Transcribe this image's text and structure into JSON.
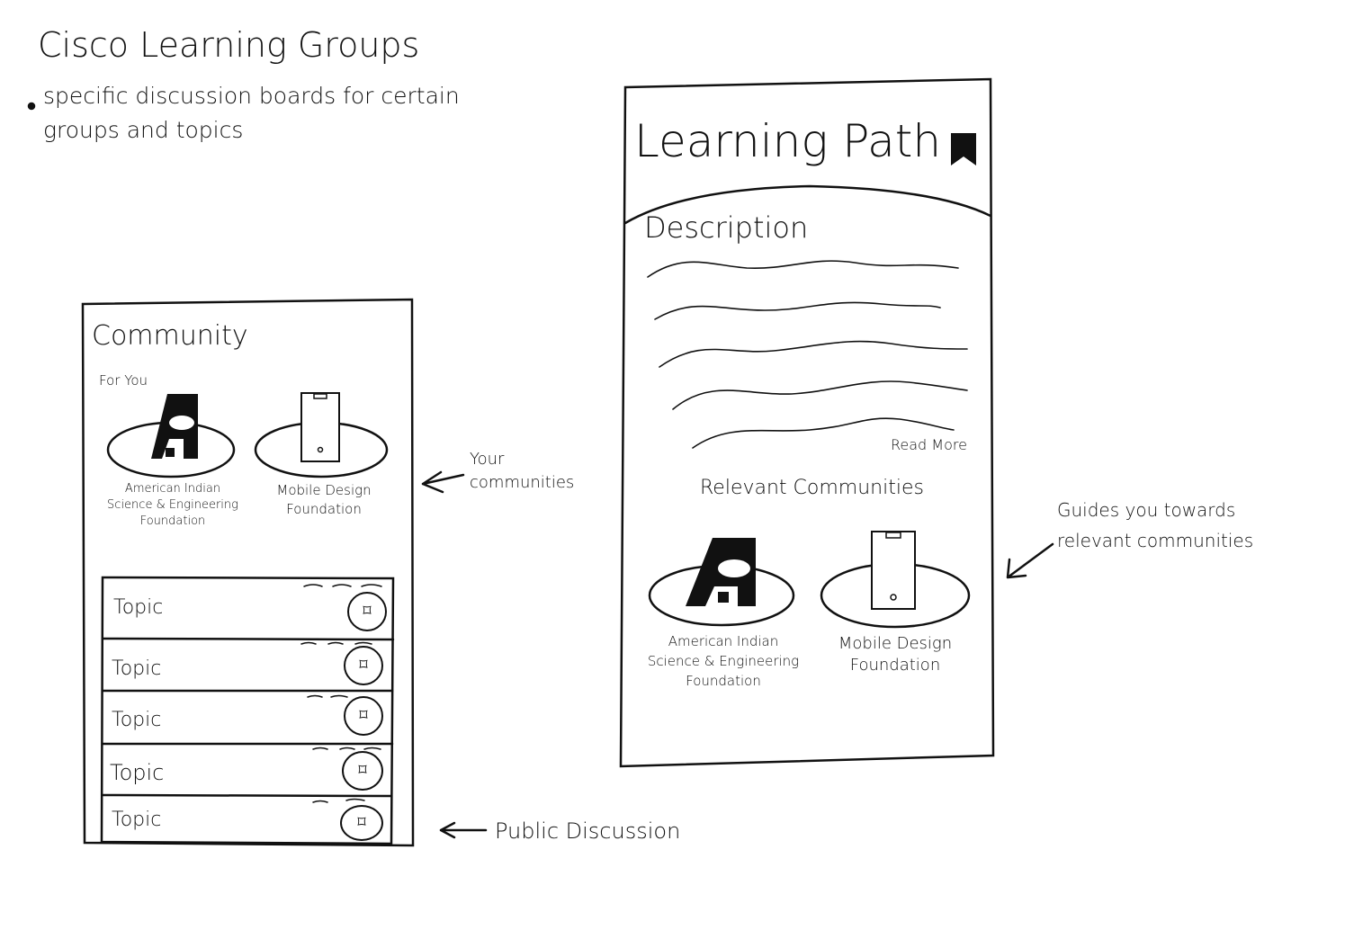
{
  "notes": {
    "title": "Cisco Learning Groups",
    "bullet": "specific discussion boards for certain groups and topics"
  },
  "community_screen": {
    "title": "Community",
    "section_label": "For You",
    "communities": [
      {
        "name": "American Indian Science & Engineering Foundation",
        "icon": "aises-logo-icon"
      },
      {
        "name": "Mobile Design Foundation",
        "icon": "phone-icon"
      }
    ],
    "topics": [
      {
        "label": "Topic",
        "icon": "bookmark-icon"
      },
      {
        "label": "Topic",
        "icon": "bookmark-icon"
      },
      {
        "label": "Topic",
        "icon": "bookmark-icon"
      },
      {
        "label": "Topic",
        "icon": "bookmark-icon"
      },
      {
        "label": "Topic",
        "icon": "bookmark-icon"
      }
    ]
  },
  "learning_path_screen": {
    "title": "Learning Path",
    "description_heading": "Description",
    "read_more": "Read More",
    "relevant_heading": "Relevant Communities",
    "communities": [
      {
        "name": "American Indian Science & Engineering Foundation",
        "icon": "aises-logo-icon"
      },
      {
        "name": "Mobile Design Foundation",
        "icon": "phone-icon"
      }
    ]
  },
  "annotations": {
    "your_communities": "Your communities",
    "public_discussion": "Public Discussion",
    "guides": "Guides you towards relevant communities"
  }
}
